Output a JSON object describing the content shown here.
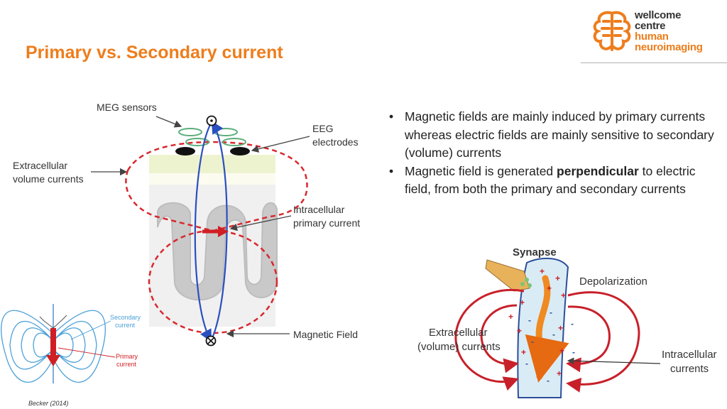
{
  "slide": {
    "title": "Primary vs. Secondary current"
  },
  "logo": {
    "line1": "wellcome",
    "line2": "centre",
    "line3": "human",
    "line4": "neuroimaging",
    "icon": "brain-icon",
    "colors": {
      "orange": "#ee7d1c",
      "dark": "#333333"
    }
  },
  "bullets": {
    "item1": "Magnetic fields are mainly induced by primary currents whereas electric fields are mainly sensitive to secondary (volume) currents",
    "item2_pre": "Magnetic field is generated ",
    "item2_bold": "perpendicular",
    "item2_post": " to electric field, from both the primary and secondary currents"
  },
  "diagram_main": {
    "meg_sensors": "MEG sensors",
    "eeg_line1": "EEG",
    "eeg_line2": "electrodes",
    "extracellular_line1": "Extracellular",
    "extracellular_line2": "volume currents",
    "intracellular_line1": "Intracellular",
    "intracellular_line2": "primary current",
    "magnetic_field": "Magnetic Field"
  },
  "diagram_dipole": {
    "secondary_line1": "Secondary",
    "secondary_line2": "current",
    "primary_line1": "Primary",
    "primary_line2": "current",
    "citation": "Becker (2014)"
  },
  "diagram_synapse": {
    "synapse": "Synapse",
    "depolarization": "Depolarization",
    "extracellular_line1": "Extracellular",
    "extracellular_line2": "(volume) currents",
    "intracellular_line1": "Intracellular",
    "intracellular_line2": "currents"
  }
}
